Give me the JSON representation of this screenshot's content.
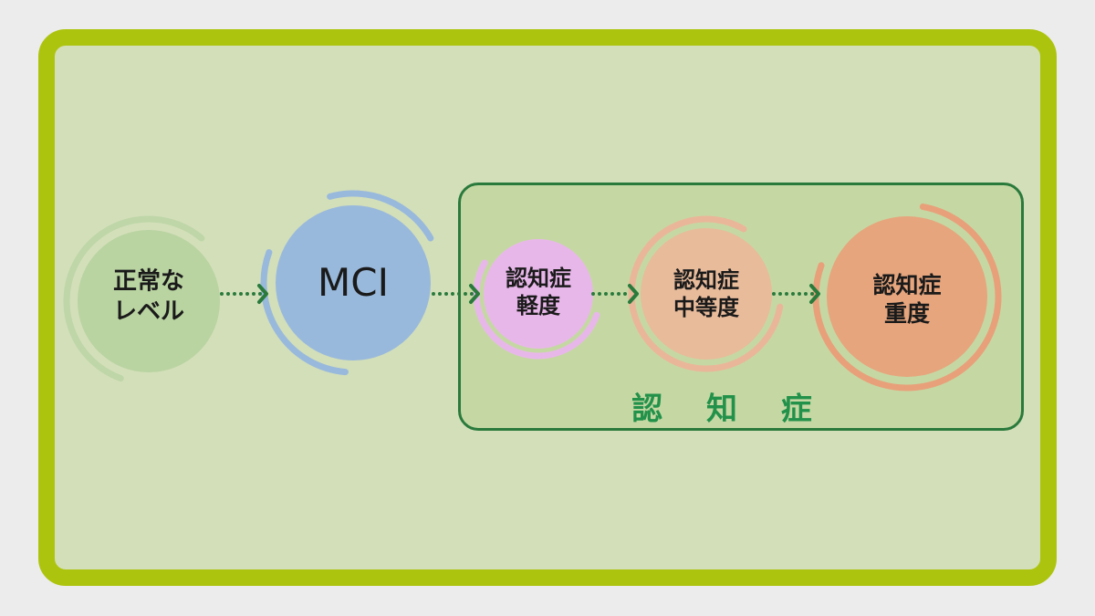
{
  "stages": [
    {
      "line1": "正常な",
      "line2": "レベル",
      "color": "#b9d3a1",
      "ring": "#bed6a8"
    },
    {
      "line1": "MCI",
      "line2": "",
      "color": "#99b9dc",
      "ring": "#99b9dc"
    },
    {
      "line1": "認知症",
      "line2": "軽度",
      "color": "#e8b7ea",
      "ring": "#e8b7ea"
    },
    {
      "line1": "認知症",
      "line2": "中等度",
      "color": "#e8bb9b",
      "ring": "#eab699"
    },
    {
      "line1": "認知症",
      "line2": "重度",
      "color": "#e6a57d",
      "ring": "#e8a07a"
    }
  ],
  "group_label": "認 知 症",
  "colors": {
    "frame": "#adc40f",
    "arrow": "#2a7a3c",
    "group_border": "#2a7a3c",
    "group_label": "#22914a"
  }
}
